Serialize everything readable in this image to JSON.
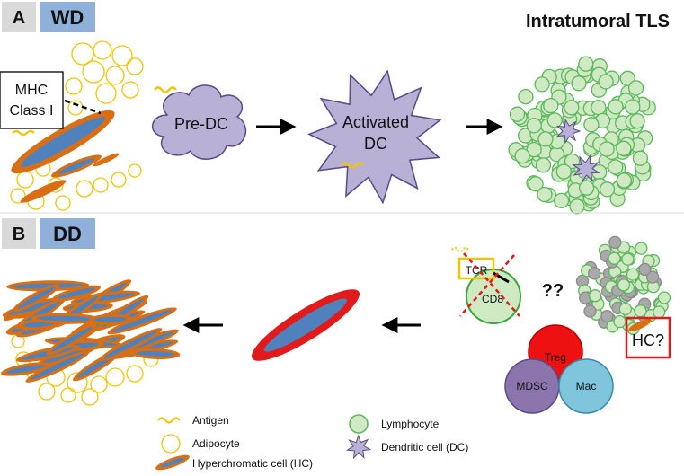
{
  "panel_a": {
    "letter": "A",
    "tag": "WD",
    "title": "Intratumoral TLS",
    "mhc_line1": "MHC",
    "mhc_line2": "Class I",
    "pre_dc": "Pre-DC",
    "activated_line1": "Activated",
    "activated_line2": "DC"
  },
  "panel_b": {
    "letter": "B",
    "tag": "DD",
    "tcr": "TCR",
    "cd8": "CD8",
    "question": "??",
    "hc_question": "HC?",
    "treg": "Treg",
    "mdsc": "MDSC",
    "mac": "Mac"
  },
  "legend": {
    "antigen": "Antigen",
    "adipocyte": "Adipocyte",
    "hyperchromatic": "Hyperchromatic cell (HC)",
    "lymphocyte": "Lymphocyte",
    "dendritic": "Dendritic cell (DC)"
  },
  "colors": {
    "tag_bg": "#8fb0d9",
    "letter_bg": "#d9d9d9",
    "fat": "#f2c500",
    "hc_outer": "#d86f14",
    "hc_inner": "#4f81bd",
    "dc_fill": "#b9b0d6",
    "dc_stroke": "#5a4a8a",
    "lymph_fill": "#cfe9c3",
    "lymph_stroke": "#5cb85c",
    "red_cell": "#e11b1b",
    "treg": "#ee1111",
    "mdsc": "#8c75ad",
    "mac": "#7fc6dc"
  }
}
